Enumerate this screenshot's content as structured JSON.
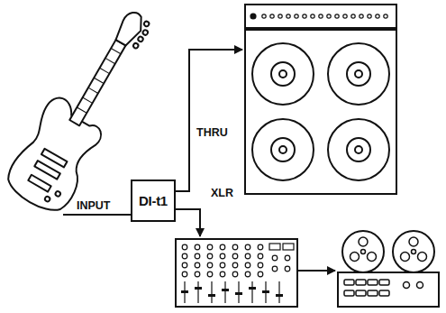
{
  "diagram": {
    "nodes": [
      {
        "text": [
          "DI-t1"
        ]
      }
    ],
    "labels": [
      "INPUT",
      "THRU",
      "XLR"
    ]
  }
}
